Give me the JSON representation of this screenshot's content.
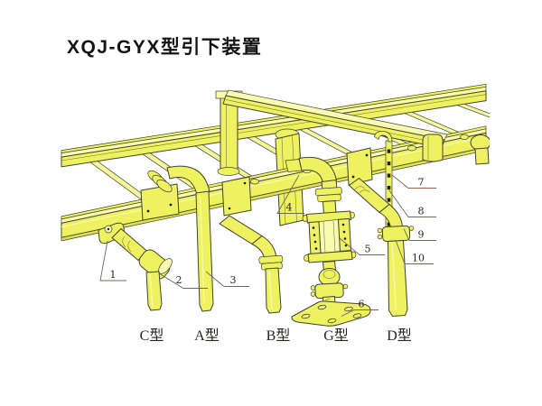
{
  "title": "XQJ-GYX型引下装置",
  "figure": {
    "description": "isometric line drawing of cable ladder tray with drop-down conduit assemblies",
    "types": [
      {
        "label": "C型"
      },
      {
        "label": "A型"
      },
      {
        "label": "B型"
      },
      {
        "label": "G型"
      },
      {
        "label": "D型"
      }
    ],
    "callouts": [
      {
        "n": "1"
      },
      {
        "n": "2"
      },
      {
        "n": "3"
      },
      {
        "n": "4"
      },
      {
        "n": "5"
      },
      {
        "n": "6"
      },
      {
        "n": "7"
      },
      {
        "n": "8"
      },
      {
        "n": "9"
      },
      {
        "n": "10"
      }
    ]
  },
  "colors": {
    "background": "#ffffff",
    "tray_yellow": "#eef160",
    "highlight": "#f8fab0",
    "rung_yellow": "#f4f69c",
    "mid_yellow": "#dfe24e",
    "outline": "#42432f",
    "hole": "#1f1f1b",
    "leader": "#6b6b5d",
    "leader_accent": "#96604d",
    "ink": "#26261f",
    "title_ink": "#141414"
  }
}
